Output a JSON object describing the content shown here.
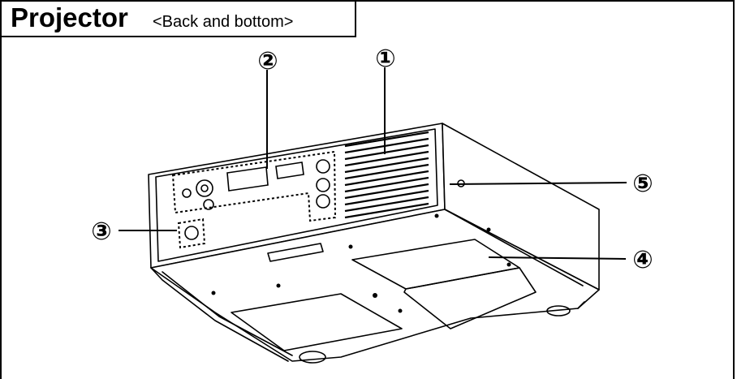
{
  "header": {
    "title": "Projector",
    "subtitle": "<Back and bottom>"
  },
  "callouts": [
    {
      "id": "callout-1",
      "label": "①",
      "target": "exhaust-vent"
    },
    {
      "id": "callout-2",
      "label": "②",
      "target": "terminal-panel"
    },
    {
      "id": "callout-3",
      "label": "③",
      "target": "power-inlet"
    },
    {
      "id": "callout-4",
      "label": "④",
      "target": "lamp-cover"
    },
    {
      "id": "callout-5",
      "label": "⑤",
      "target": "side-hole"
    }
  ],
  "colors": {
    "line": "#000000",
    "background": "#ffffff"
  }
}
